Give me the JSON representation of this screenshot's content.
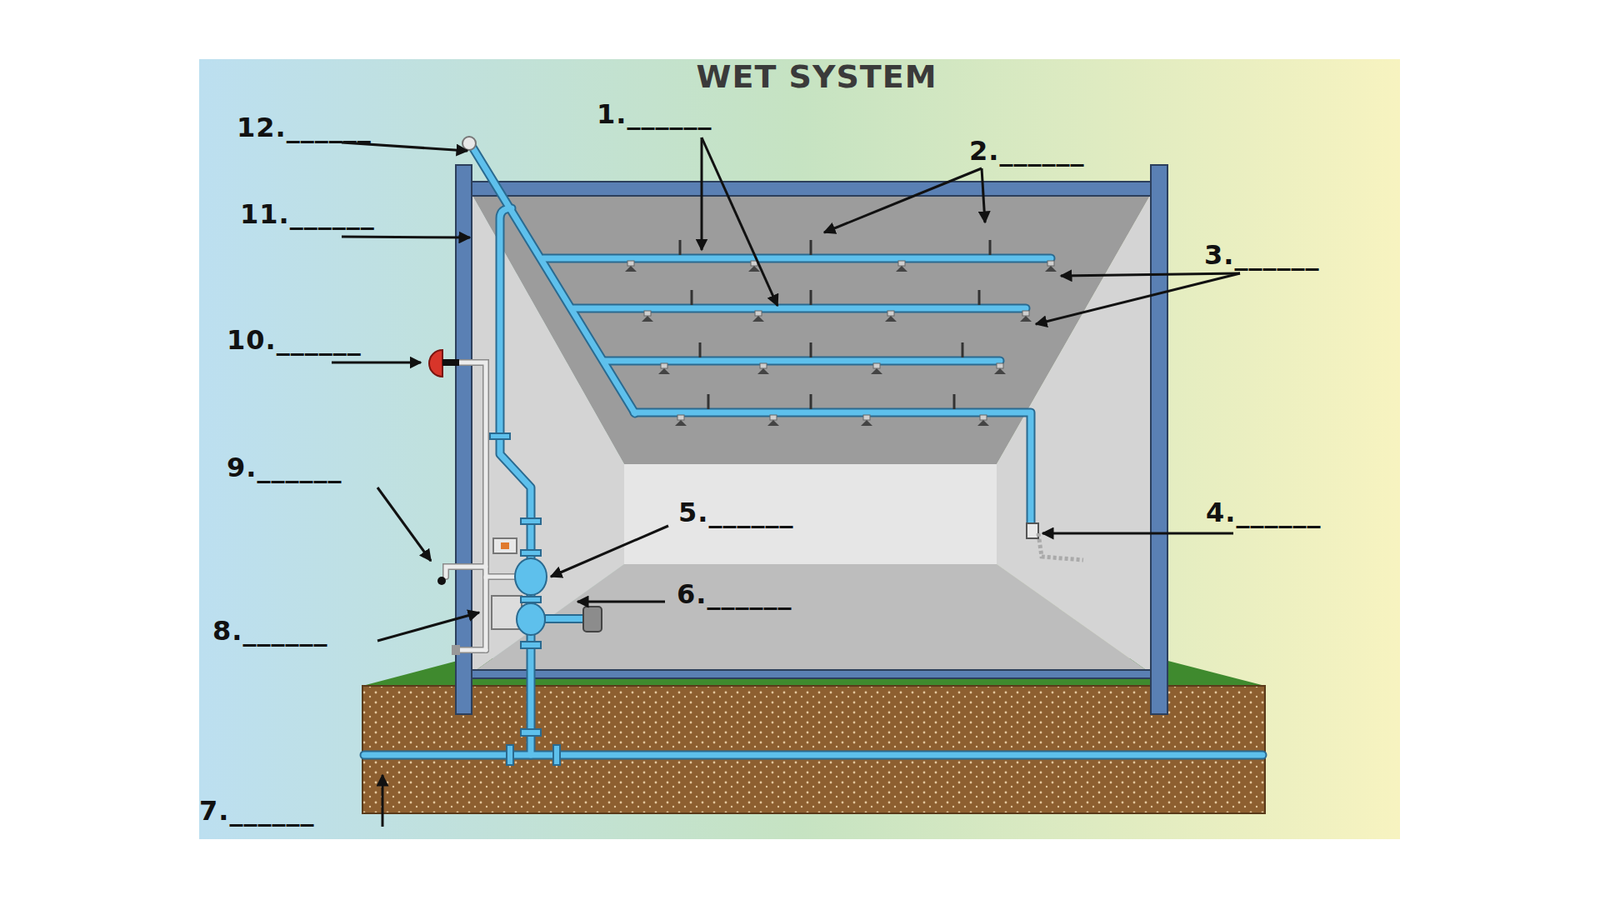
{
  "diagram": {
    "title": "WET SYSTEM",
    "labels": [
      "12.______",
      "1.______",
      "2.______",
      "11.______",
      "3.______",
      "10.______",
      "9.______",
      "5.______",
      "4.______",
      "6.______",
      "8.______",
      "7.______"
    ]
  }
}
